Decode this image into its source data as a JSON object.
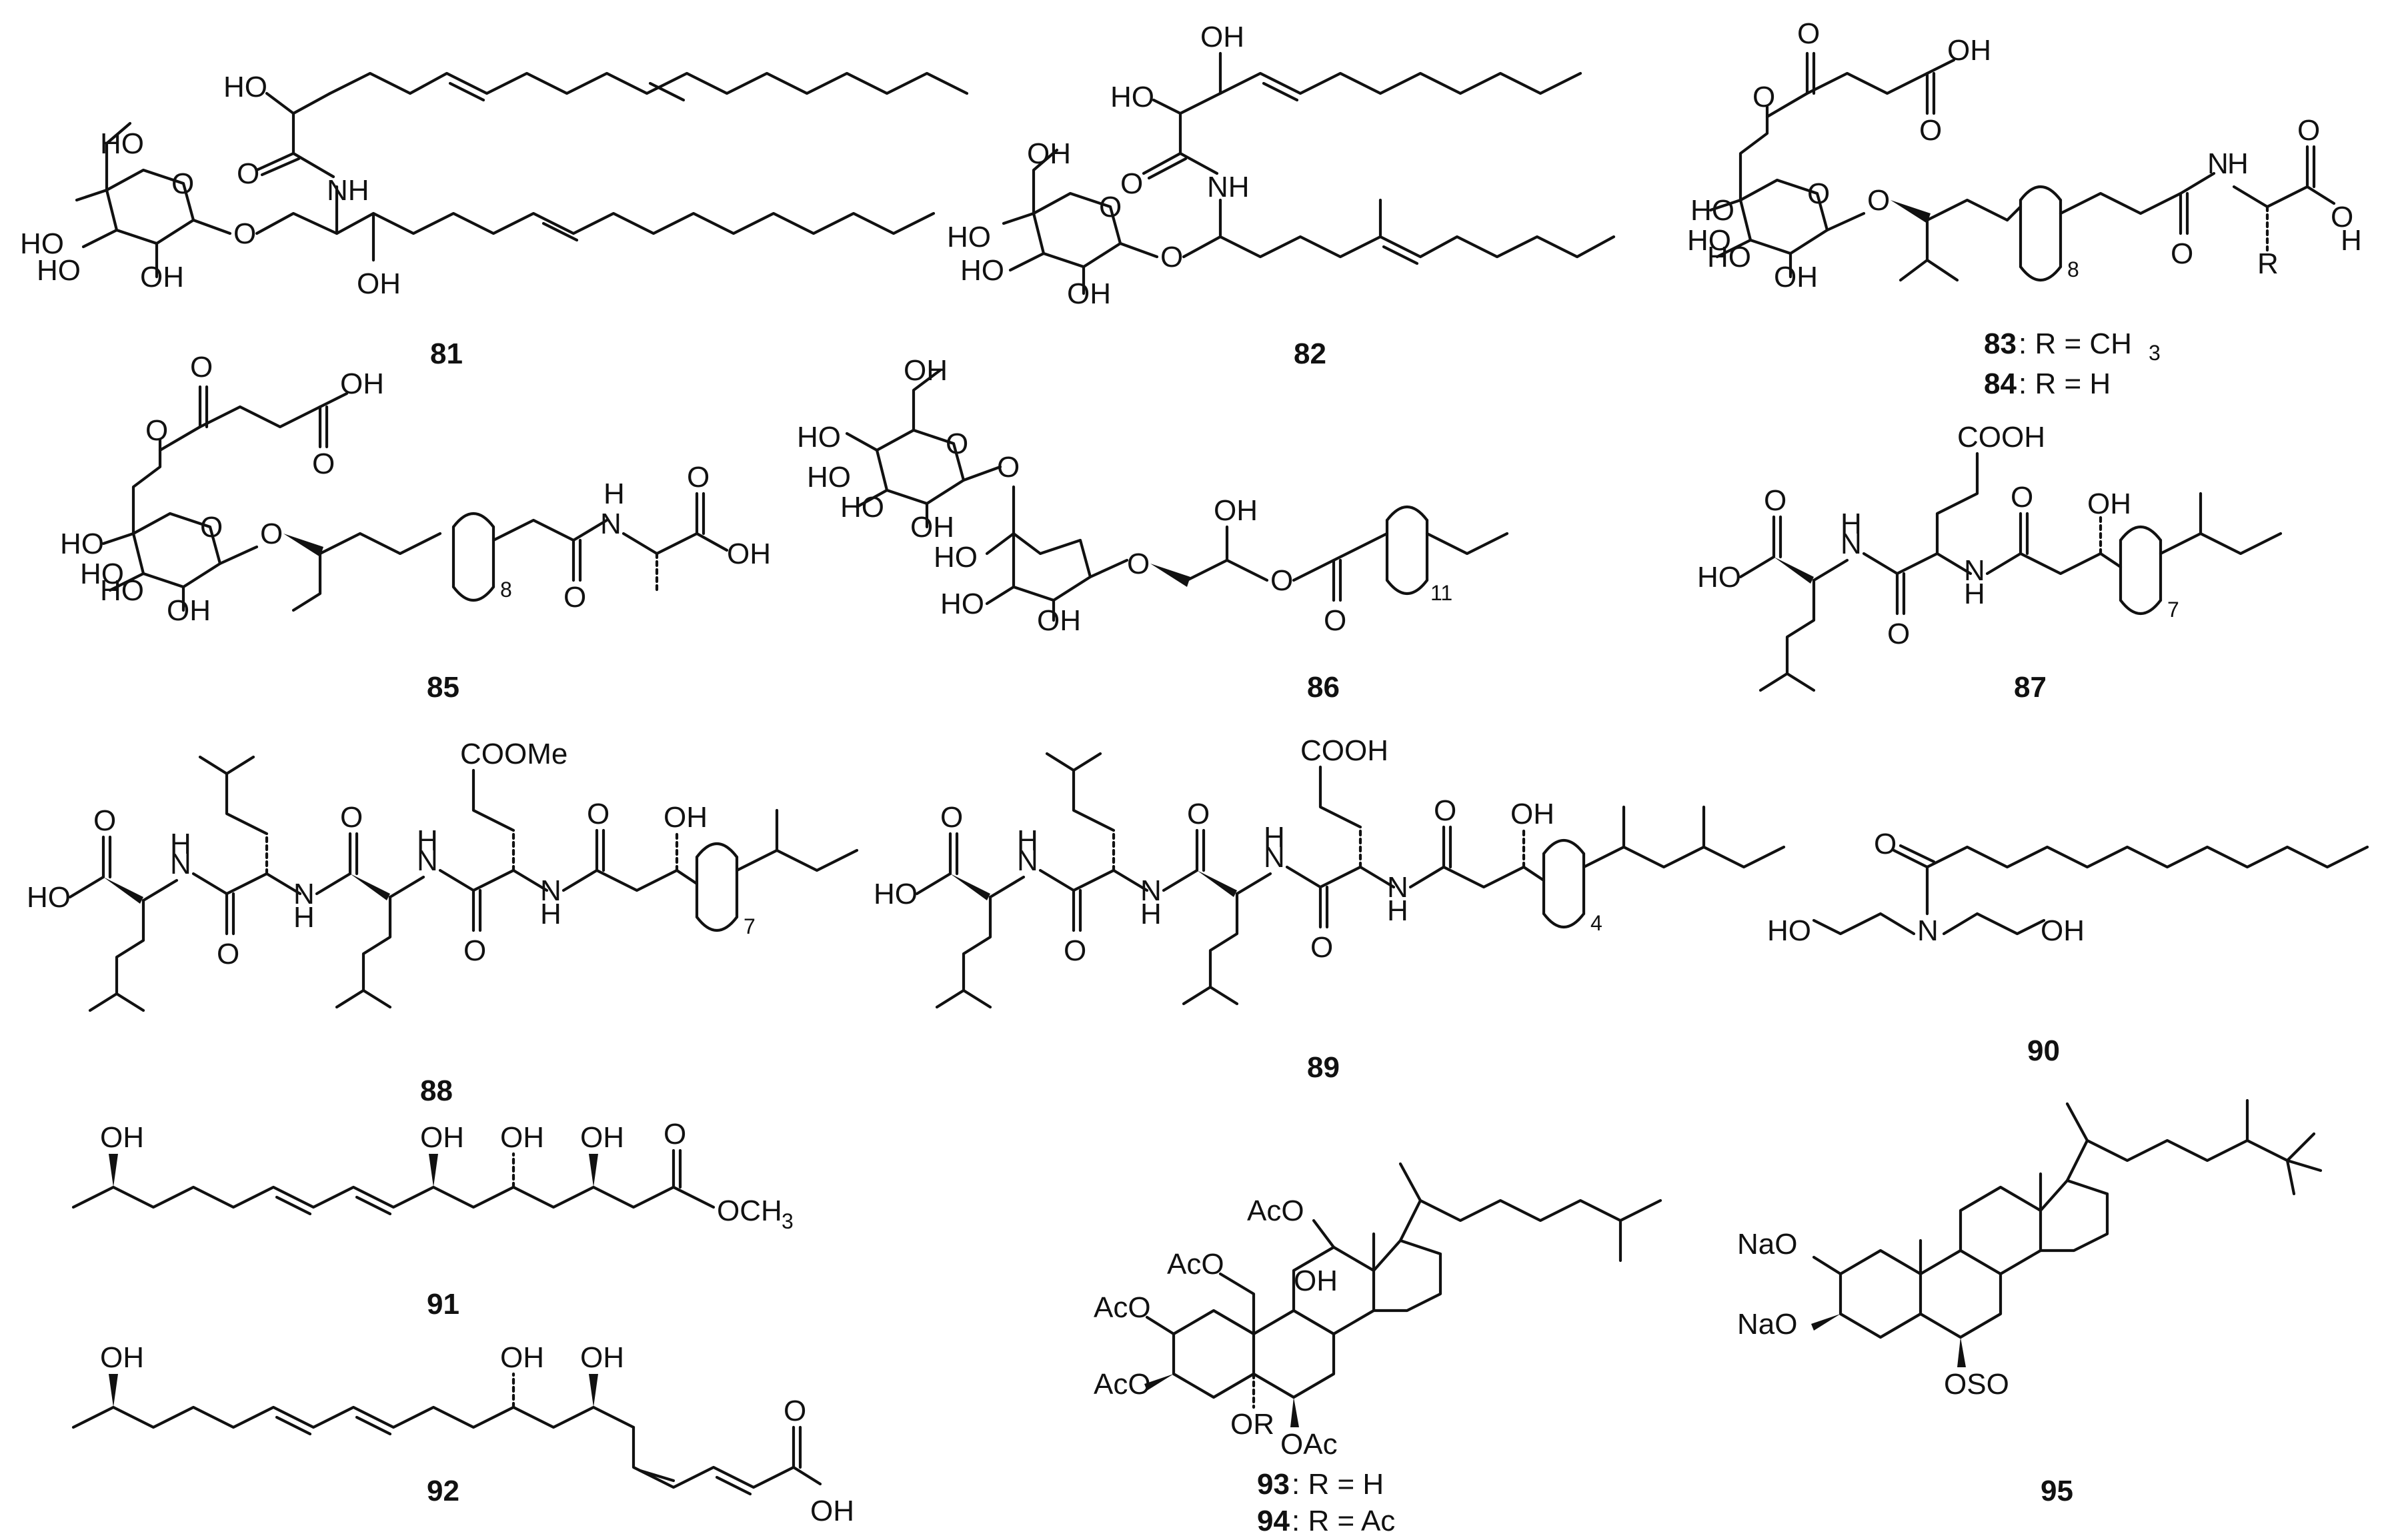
{
  "compounds": [
    {
      "id": "81",
      "labels": [
        "HO",
        "OH",
        "O",
        "NH",
        "HO",
        "HO",
        "O",
        "OH",
        "O",
        "OH"
      ]
    },
    {
      "id": "82",
      "labels": [
        "HO",
        "OH",
        "OH",
        "O",
        "NH",
        "HO",
        "HO",
        "O",
        "OH",
        "O"
      ]
    },
    {
      "id": "83",
      "note": ": R = CH",
      "note_sub": "3"
    },
    {
      "id": "84",
      "note": ": R = H"
    },
    {
      "id": "85"
    },
    {
      "id": "86",
      "repeat": "11"
    },
    {
      "id": "87",
      "repeat": "7"
    },
    {
      "id": "88",
      "repeat": "7",
      "ester": "COOMe"
    },
    {
      "id": "89",
      "repeat": "4",
      "acid": "COOH"
    },
    {
      "id": "90"
    },
    {
      "id": "91",
      "ester": "OCH",
      "ester_sub": "3"
    },
    {
      "id": "92"
    },
    {
      "id": "93",
      "note": ": R = H"
    },
    {
      "id": "94",
      "note": ": R = Ac"
    },
    {
      "id": "95"
    }
  ],
  "atoms": {
    "HO": "HO",
    "OH": "OH",
    "O": "O",
    "NH": "NH",
    "N": "N",
    "H": "H",
    "R": "R",
    "COOH": "COOH",
    "AcO": "AcO",
    "OAc": "OAc",
    "OR": "OR",
    "NaO": "NaO",
    "SO": "SO",
    "OSO": "OSO",
    "Na": "Na"
  },
  "repeats": {
    "r83": "8",
    "r85": "8"
  }
}
